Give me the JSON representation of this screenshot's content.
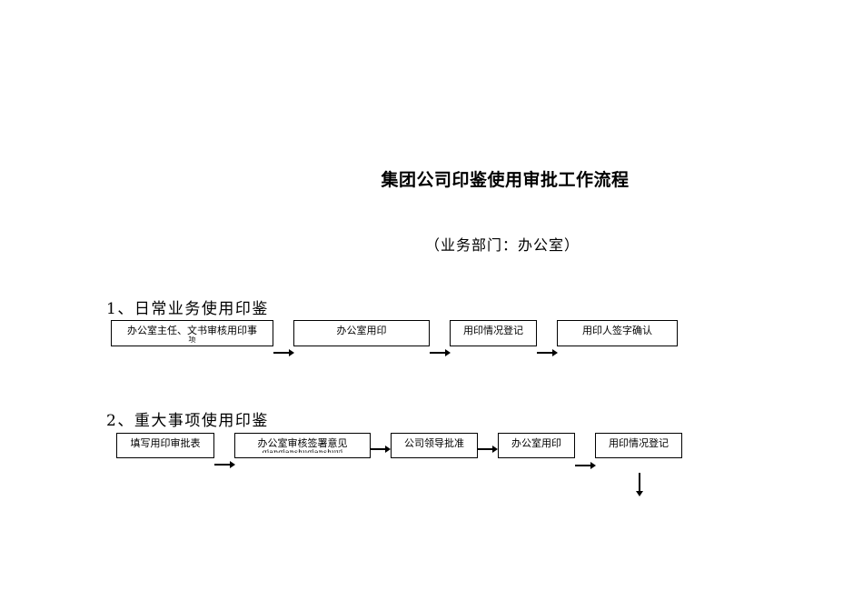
{
  "document": {
    "title": "集团公司印鉴使用审批工作流程",
    "subtitle": "（业务部门：办公室）"
  },
  "sections": [
    {
      "heading": "1、日常业务使用印鉴",
      "steps": [
        {
          "label": "办公室主任、文书审核用印事",
          "overflow": "项"
        },
        {
          "label": "办公室用印"
        },
        {
          "label": "用印情况登记"
        },
        {
          "label": "用印人签字确认"
        }
      ]
    },
    {
      "heading": "2、重大事项使用印鉴",
      "steps": [
        {
          "label": "填写用印审批表"
        },
        {
          "label": "办公室审核签署意见",
          "overflow": "qianqianshuqianshuyi"
        },
        {
          "label": "公司领导批准"
        },
        {
          "label": "办公室用印"
        },
        {
          "label": "用印情况登记"
        }
      ]
    }
  ]
}
